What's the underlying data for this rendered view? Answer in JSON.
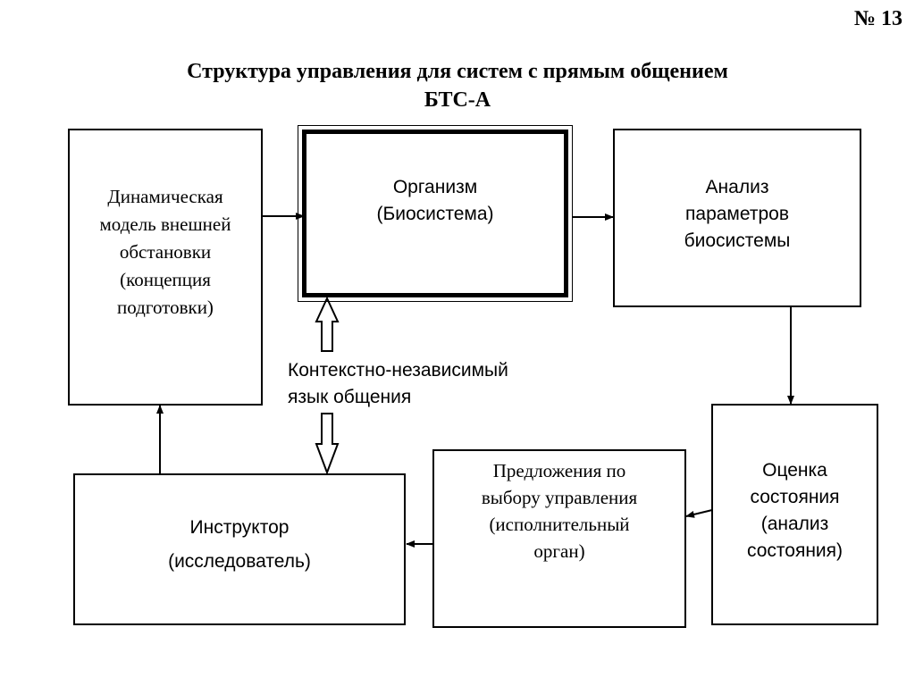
{
  "slide_number": "№ 13",
  "title": {
    "line1": "Структура управления для систем с прямым общением",
    "line2": "БТС-А"
  },
  "boxes": {
    "dynamic_model": [
      "Динамическая",
      "модель внешней",
      "обстановки",
      "(концепция",
      "подготовки)"
    ],
    "organism": [
      "Организм",
      "(Биосистема)"
    ],
    "analysis": [
      "Анализ",
      "параметров",
      "биосистемы"
    ],
    "evaluation": [
      "Оценка",
      "состояния",
      "(анализ",
      "состояния)"
    ],
    "proposals": [
      "Предложения по",
      "выбору управления",
      "(исполнительный",
      "орган)"
    ],
    "instructor": [
      "Инструктор",
      "(исследователь)"
    ]
  },
  "language_label": [
    "Контекстно-независимый",
    "язык общения"
  ]
}
